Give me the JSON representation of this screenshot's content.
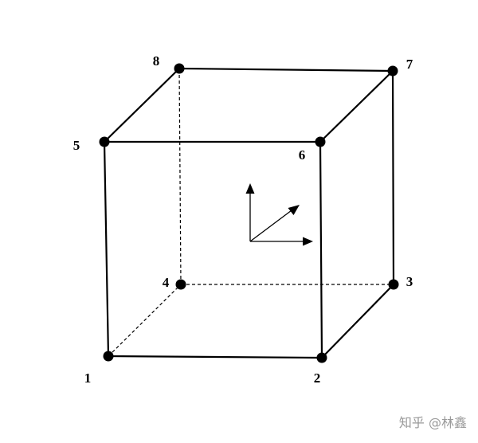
{
  "diagram": {
    "nodes": [
      {
        "id": "1",
        "label": "1"
      },
      {
        "id": "2",
        "label": "2"
      },
      {
        "id": "3",
        "label": "3"
      },
      {
        "id": "4",
        "label": "4"
      },
      {
        "id": "5",
        "label": "5"
      },
      {
        "id": "6",
        "label": "6"
      },
      {
        "id": "7",
        "label": "7"
      },
      {
        "id": "8",
        "label": "8"
      }
    ],
    "edges": [
      {
        "from": "1",
        "to": "2",
        "style": "solid"
      },
      {
        "from": "2",
        "to": "6",
        "style": "solid"
      },
      {
        "from": "6",
        "to": "5",
        "style": "solid"
      },
      {
        "from": "5",
        "to": "1",
        "style": "solid"
      },
      {
        "from": "5",
        "to": "8",
        "style": "solid"
      },
      {
        "from": "8",
        "to": "7",
        "style": "solid"
      },
      {
        "from": "7",
        "to": "6",
        "style": "solid"
      },
      {
        "from": "7",
        "to": "3",
        "style": "solid"
      },
      {
        "from": "3",
        "to": "2",
        "style": "solid"
      },
      {
        "from": "1",
        "to": "4",
        "style": "dashed"
      },
      {
        "from": "4",
        "to": "3",
        "style": "dashed"
      },
      {
        "from": "4",
        "to": "8",
        "style": "dashed"
      }
    ]
  },
  "watermark": {
    "text": "知乎 @林鑫"
  }
}
